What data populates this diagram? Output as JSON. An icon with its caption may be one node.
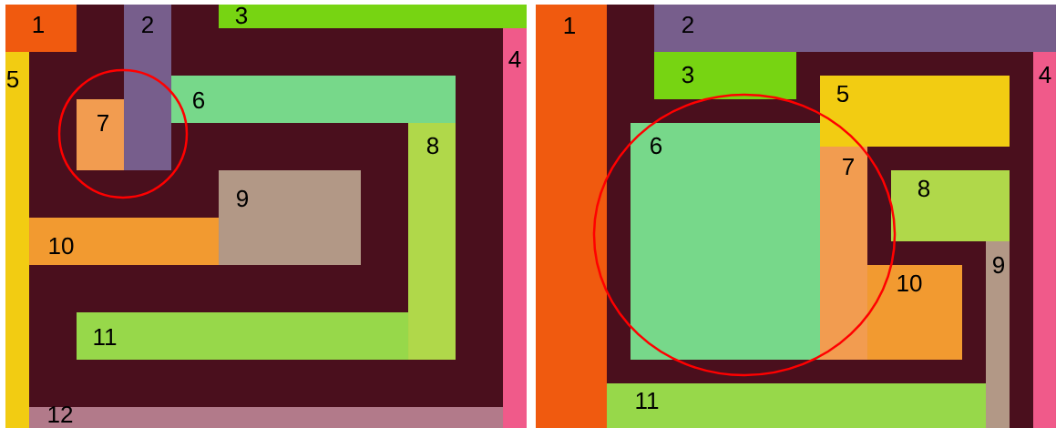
{
  "diagram": {
    "nodes": [
      {
        "text": [
          "1"
        ]
      },
      {
        "text": [
          "2"
        ]
      },
      {
        "text": [
          "3"
        ]
      },
      {
        "text": [
          "4"
        ]
      },
      {
        "text": [
          "5"
        ]
      },
      {
        "text": [
          "6"
        ]
      },
      {
        "text": [
          "7"
        ]
      },
      {
        "text": [
          "8"
        ]
      },
      {
        "text": [
          "9"
        ]
      },
      {
        "text": [
          "10"
        ]
      },
      {
        "text": [
          "11"
        ]
      },
      {
        "text": [
          "12"
        ]
      },
      {
        "text": [
          "1"
        ]
      },
      {
        "text": [
          "2"
        ]
      },
      {
        "text": [
          "3"
        ]
      },
      {
        "text": [
          "4"
        ]
      },
      {
        "text": [
          "5"
        ]
      },
      {
        "text": [
          "6"
        ]
      },
      {
        "text": [
          "7"
        ]
      },
      {
        "text": [
          "8"
        ]
      },
      {
        "text": [
          "9"
        ]
      },
      {
        "text": [
          "10"
        ]
      },
      {
        "text": [
          "11"
        ]
      }
    ]
  }
}
